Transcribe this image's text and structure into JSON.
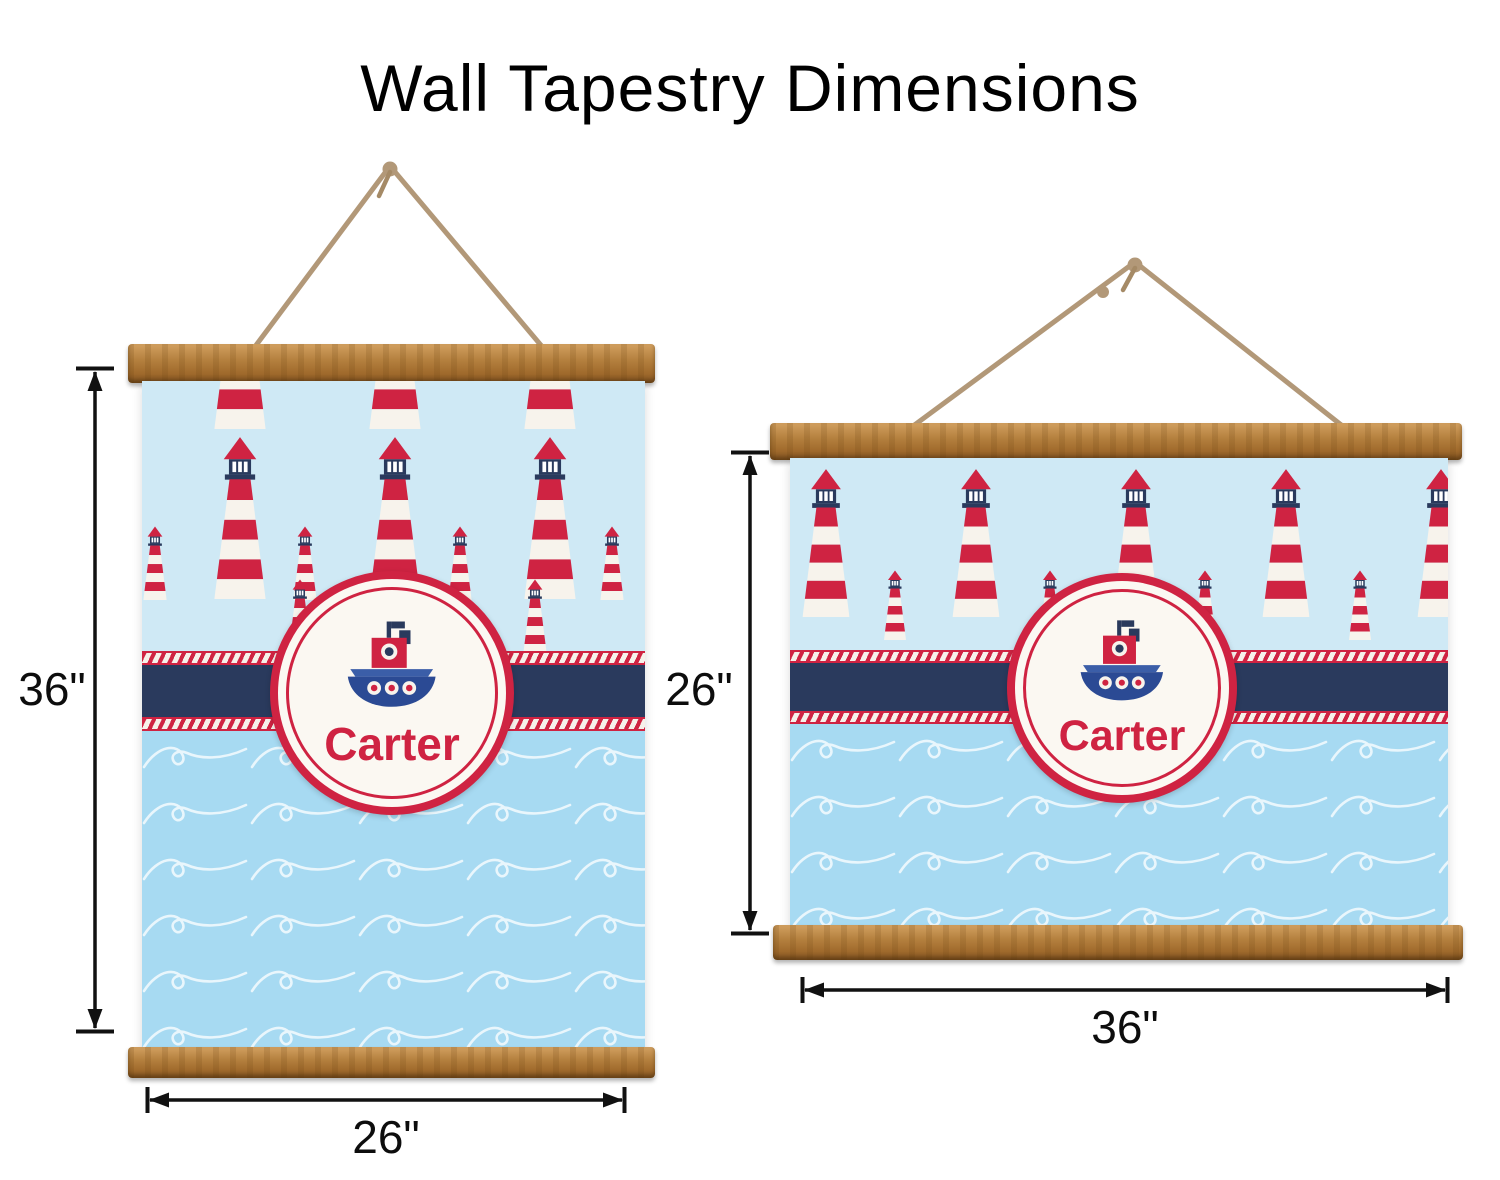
{
  "title": "Wall Tapestry Dimensions",
  "badge": {
    "name": "Carter"
  },
  "tapestries": {
    "portrait": {
      "orientation": "portrait",
      "height_label": "36\"",
      "width_label": "26\""
    },
    "landscape": {
      "orientation": "landscape",
      "height_label": "26\"",
      "width_label": "36\""
    }
  },
  "colors": {
    "sky_blue": "#cfe9f5",
    "water_blue": "#a7daf2",
    "navy": "#2a3a5d",
    "accent_red": "#cf2342",
    "wood_brown": "#a96f33",
    "rope_tan": "#b29878",
    "dimension_black": "#111111"
  },
  "icons": {
    "lighthouse": "lighthouse-icon",
    "tugboat": "tugboat-icon",
    "waves": "wave-pattern",
    "rope": "rope-hanger-icon"
  }
}
